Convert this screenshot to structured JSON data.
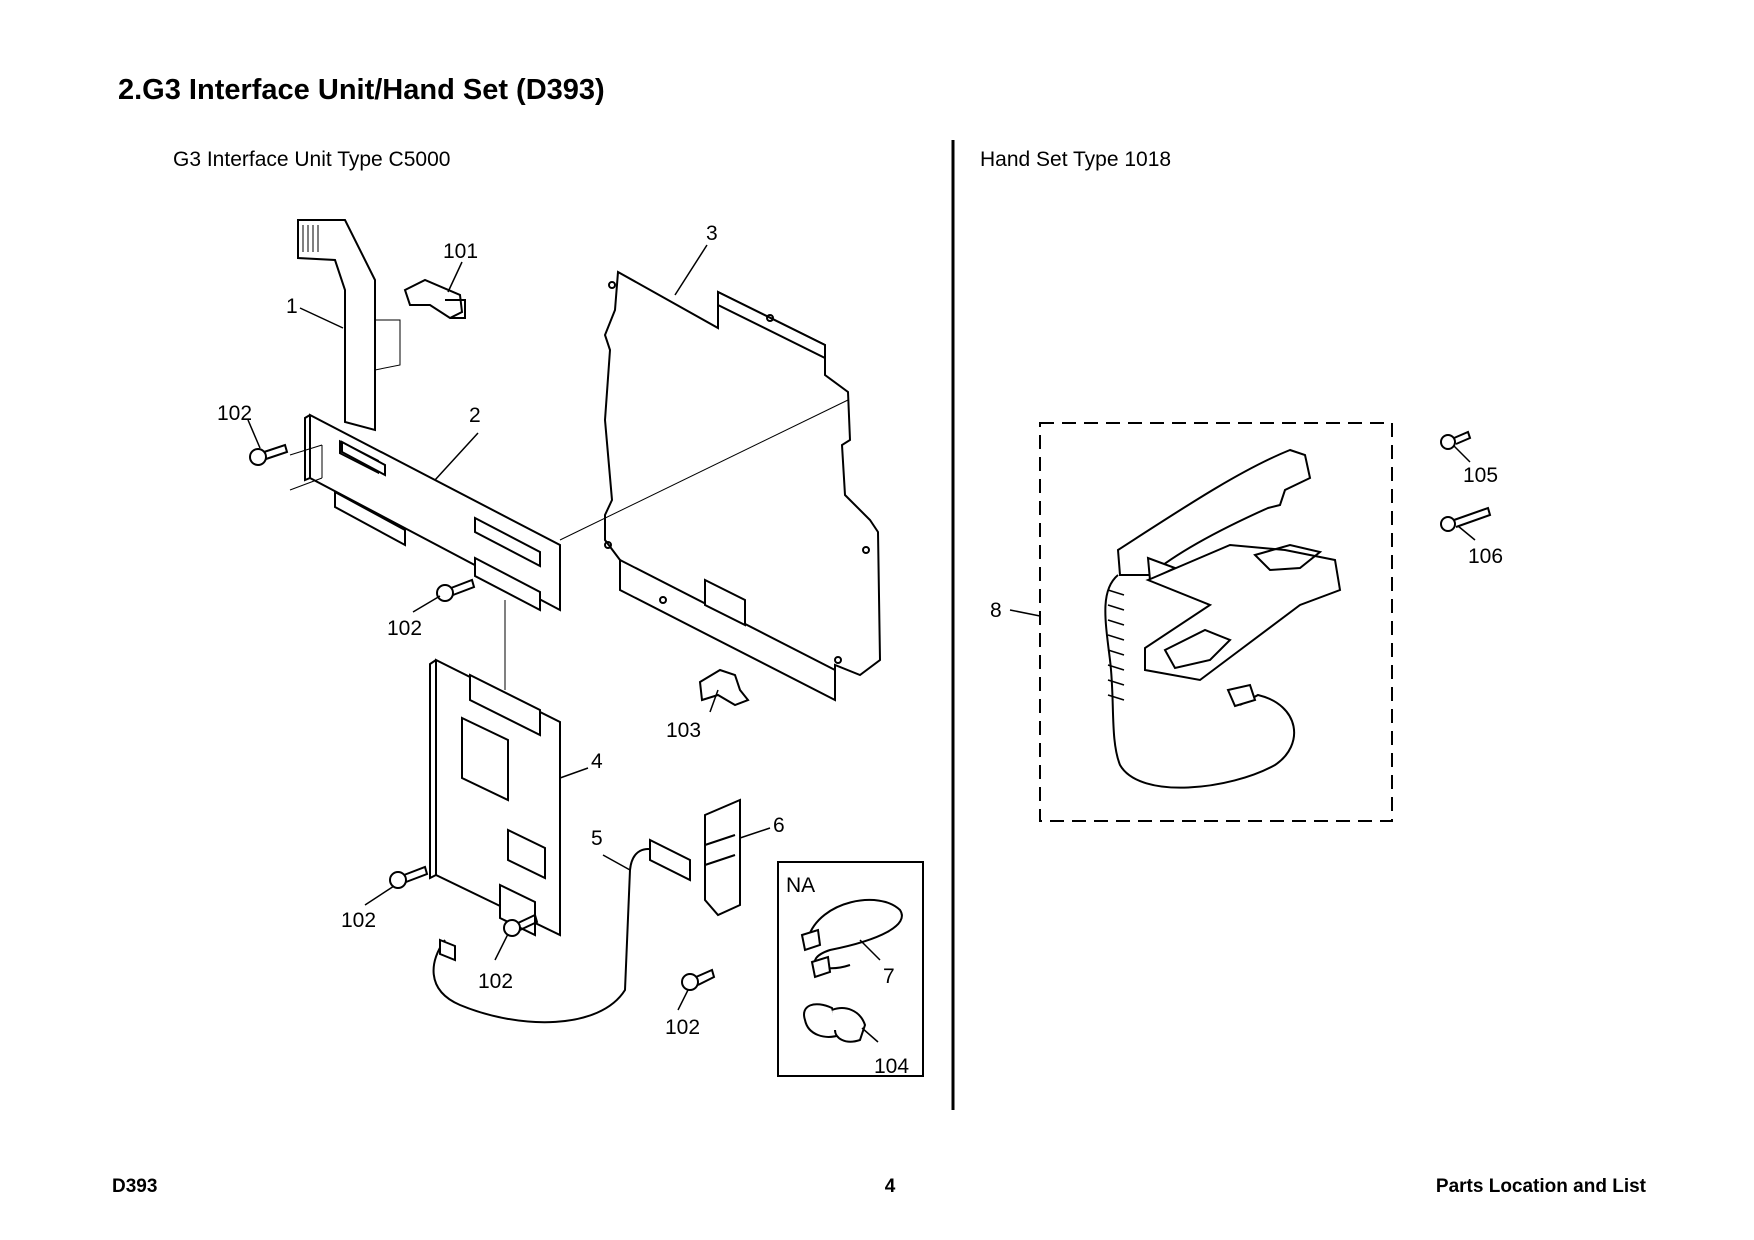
{
  "page": {
    "title": "2.G3 Interface Unit/Hand Set (D393)",
    "left_panel_title": "G3 Interface Unit Type C5000",
    "right_panel_title": "Hand Set Type 1018"
  },
  "callouts": {
    "c1": "1",
    "c101": "101",
    "c3": "3",
    "c102a": "102",
    "c2": "2",
    "c102b": "102",
    "c103": "103",
    "c4": "4",
    "c5": "5",
    "c6": "6",
    "c102c": "102",
    "c102d": "102",
    "c102e": "102",
    "c7": "7",
    "c104": "104",
    "c8": "8",
    "c105": "105",
    "c106": "106"
  },
  "inset": {
    "label": "NA"
  },
  "footer": {
    "left": "D393",
    "center": "4",
    "right": "Parts Location and List"
  }
}
